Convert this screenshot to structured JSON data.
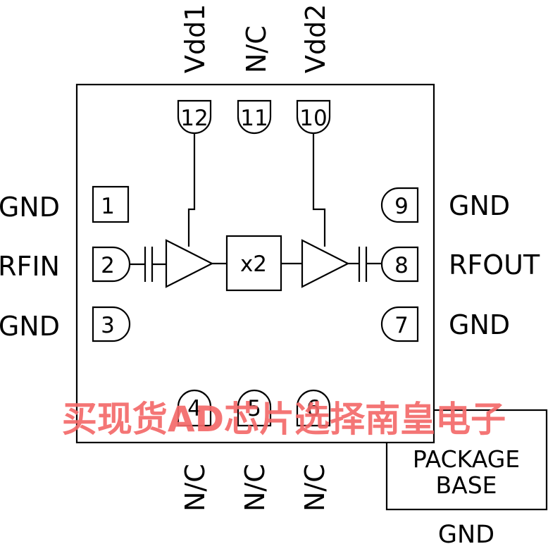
{
  "top_labels": {
    "pin12": "Vdd1",
    "pin11": "N/C",
    "pin10": "Vdd2"
  },
  "left_labels": {
    "pin1": "GND",
    "pin2": "RFIN",
    "pin3": "GND"
  },
  "right_labels": {
    "pin9": "GND",
    "pin8": "RFOUT",
    "pin7": "GND"
  },
  "bottom_labels": {
    "pin4": "N/C",
    "pin5": "N/C",
    "pin6": "N/C"
  },
  "pins": {
    "p1": "1",
    "p2": "2",
    "p3": "3",
    "p4": "4",
    "p5": "5",
    "p6": "6",
    "p7": "7",
    "p8": "8",
    "p9": "9",
    "p10": "10",
    "p11": "11",
    "p12": "12"
  },
  "multiplier": "x2",
  "package_base": {
    "line1": "PACKAGE",
    "line2": "BASE",
    "label": "GND"
  },
  "watermark": "买现货AD芯片选择南皇电子",
  "colors": {
    "line": "#000000",
    "watermark": "#f46a6a",
    "background": "#ffffff"
  }
}
